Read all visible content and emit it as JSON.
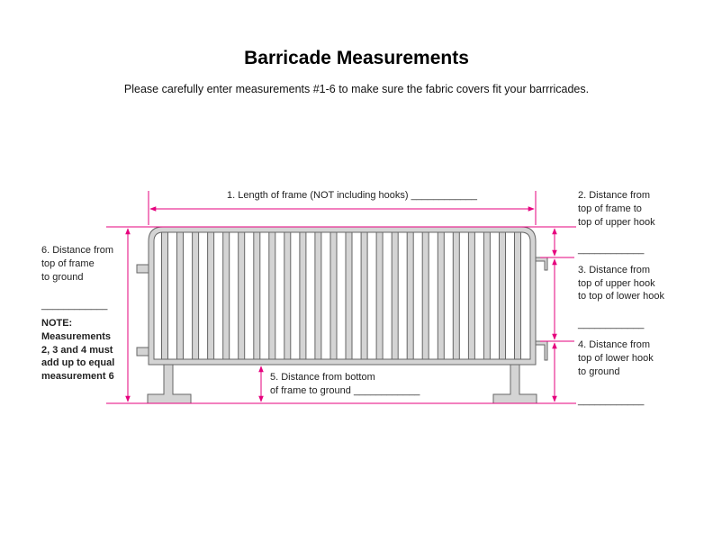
{
  "title": "Barricade Measurements",
  "subtitle": "Please carefully enter measurements #1-6 to make sure the fabric covers fit your barrricades.",
  "colors": {
    "dimension": "#e6007e",
    "frame_fill": "#d4d4d4",
    "frame_stroke": "#666666"
  },
  "bar_count": 24,
  "labels": {
    "m1": "1. Length of frame (NOT including hooks) ____________",
    "m2": [
      "2. Distance from",
      "top of frame to",
      "top of upper hook"
    ],
    "m3": [
      "3. Distance from",
      "top of upper hook",
      "to top of lower hook"
    ],
    "m4": [
      "4. Distance from",
      "top of lower hook",
      "to ground"
    ],
    "m5": [
      "5. Distance from bottom",
      "of frame to ground  ____________"
    ],
    "m6": [
      "6. Distance from",
      "top of frame",
      "to ground"
    ],
    "blank": "____________",
    "note": [
      "NOTE:",
      "Measurements",
      "2, 3 and 4 must",
      "add up to equal",
      "measurement 6"
    ]
  }
}
